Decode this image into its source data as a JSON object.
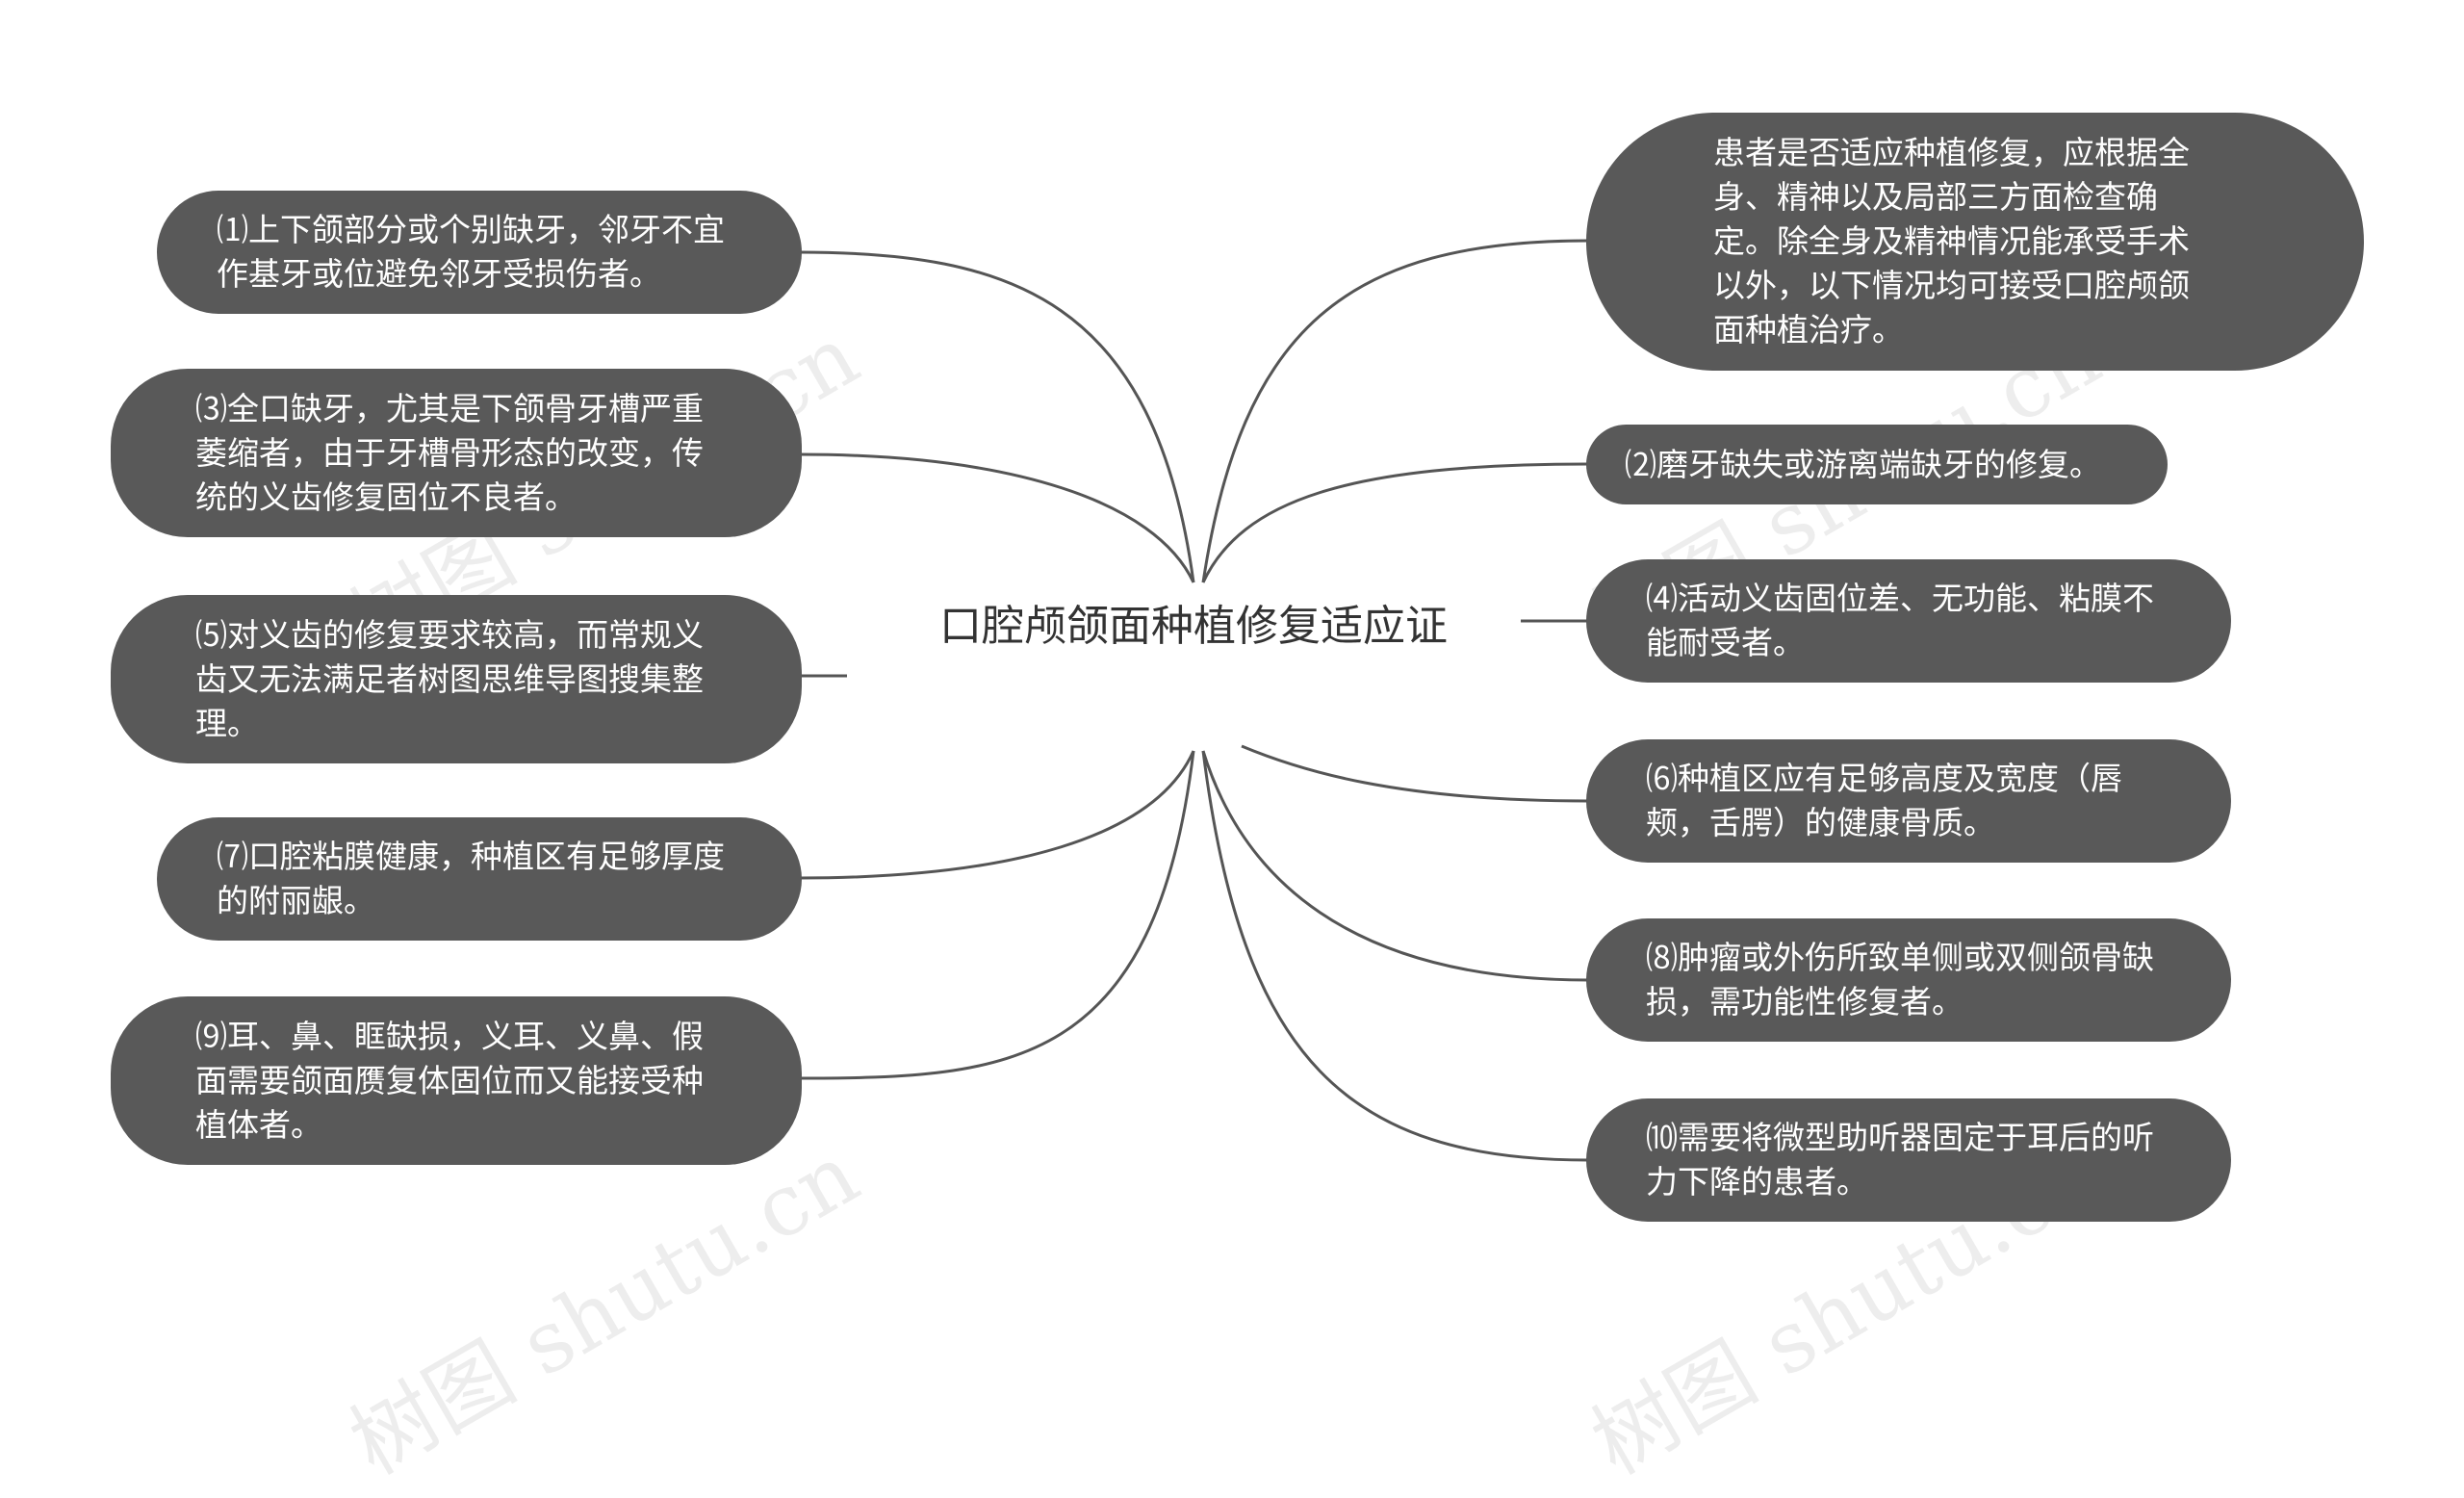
{
  "center": {
    "title": "口腔颅颌面种植修复适应证"
  },
  "watermark": "树图 shutu.cn",
  "nodes": {
    "n1": "⑴上下颌部分或个别缺牙，邻牙不宜作基牙或位避免邻牙受损伤者。",
    "n3": "⑶全口缺牙，尤其是下颌骨牙槽严重萎缩者，由于牙槽骨形态的改变，传统的义齿修复固位不良者。",
    "n5": "⑸对义齿的修复要求较高，而常规义齿又无法满足者树图思维导图搜集整理。",
    "n7": "⑺口腔粘膜健康，种植区有足够厚度的附丽龈。",
    "n9": "⑼耳、鼻、眶缺损，义耳、义鼻、假面需要颌面赝复体固位而又能接受种植体者。",
    "intro": "患者是否适应种植修复，应根据全身、精神以及局部三方面检查确定。除全身及精神情况能承受手术以外，以下情况均可接受口腔颅颌面种植治疗。",
    "n2": "⑵磨牙缺失或游离端缺牙的修复。",
    "n4": "⑷活动义齿固位差、无功能、粘膜不能耐受者。",
    "n6": "⑹种植区应有足够高度及宽度（唇颊，舌腭）的健康骨质。",
    "n8": "⑻肿瘤或外伤所致单侧或双侧颌骨缺损，需功能性修复者。",
    "n10": "⑽需要将微型助听器固定于耳后的听力下降的患者。"
  },
  "colors": {
    "node_fill": "#595959",
    "node_text": "#ffffff",
    "line": "#555555",
    "center_text": "#333333"
  }
}
